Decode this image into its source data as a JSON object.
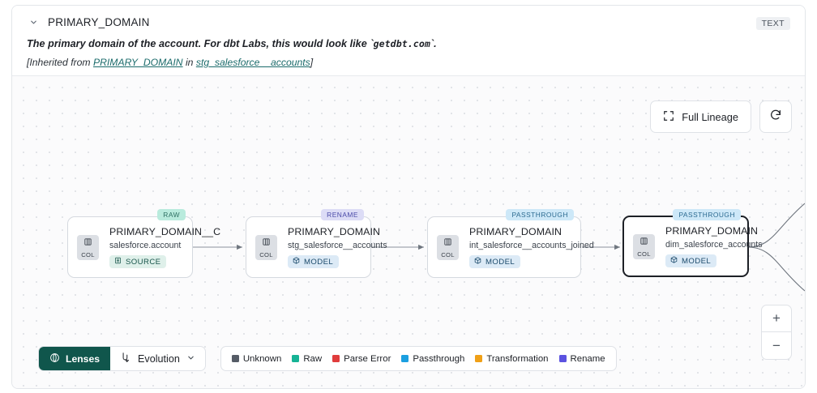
{
  "header": {
    "chevron_icon": "chevron-down-icon",
    "title": "PRIMARY_DOMAIN",
    "type_badge": "TEXT",
    "description_pre": "The primary domain of the account. For dbt Labs, this would look like `",
    "description_code": "getdbt.com",
    "description_post": "`.",
    "inherited_prefix": "[Inherited from ",
    "inherited_link_1": "PRIMARY_DOMAIN",
    "inherited_middle": " in ",
    "inherited_link_2": "stg_salesforce__accounts",
    "inherited_suffix": "]"
  },
  "controls": {
    "full_lineage_label": "Full Lineage",
    "full_lineage_icon": "expand-icon",
    "refresh_icon": "refresh-icon",
    "zoom_in_label": "+",
    "zoom_out_label": "−"
  },
  "lineage": {
    "nodes": [
      {
        "tag": "RAW",
        "tag_style": "tag-raw",
        "chip_label": "COL",
        "name": "PRIMARY_DOMAIN__C",
        "sub": "salesforce.account",
        "kind": "SOURCE",
        "kind_style": "kind-source",
        "kind_icon": "database-icon",
        "selected": false
      },
      {
        "tag": "RENAME",
        "tag_style": "tag-rename",
        "chip_label": "COL",
        "name": "PRIMARY_DOMAIN",
        "sub": "stg_salesforce__accounts",
        "kind": "MODEL",
        "kind_style": "kind-model",
        "kind_icon": "cube-icon",
        "selected": false
      },
      {
        "tag": "PASSTHROUGH",
        "tag_style": "tag-passthrough",
        "chip_label": "COL",
        "name": "PRIMARY_DOMAIN",
        "sub": "int_salesforce__accounts_joined",
        "kind": "MODEL",
        "kind_style": "kind-model",
        "kind_icon": "cube-icon",
        "selected": false
      },
      {
        "tag": "PASSTHROUGH",
        "tag_style": "tag-passthrough",
        "chip_label": "COL",
        "name": "PRIMARY_DOMAIN",
        "sub": "dim_salesforce_accounts",
        "kind": "MODEL",
        "kind_style": "kind-model",
        "kind_icon": "cube-icon",
        "selected": true
      }
    ]
  },
  "toolbar": {
    "lenses_label": "Lenses",
    "lenses_icon": "lens-icon",
    "evolution_label": "Evolution",
    "evolution_icon": "evolution-icon",
    "evolution_chevron": "chevron-down-icon"
  },
  "legend": {
    "items": [
      {
        "label": "Unknown",
        "color": "#555c66"
      },
      {
        "label": "Raw",
        "color": "#16b395"
      },
      {
        "label": "Parse Error",
        "color": "#e03c3c"
      },
      {
        "label": "Passthrough",
        "color": "#1b9fe0"
      },
      {
        "label": "Transformation",
        "color": "#f0a017"
      },
      {
        "label": "Rename",
        "color": "#5b52e0"
      }
    ]
  },
  "colors": {
    "brand_green": "#10564c",
    "link_teal": "#1b6b6b",
    "canvas_bg": "#fbfbfc"
  }
}
